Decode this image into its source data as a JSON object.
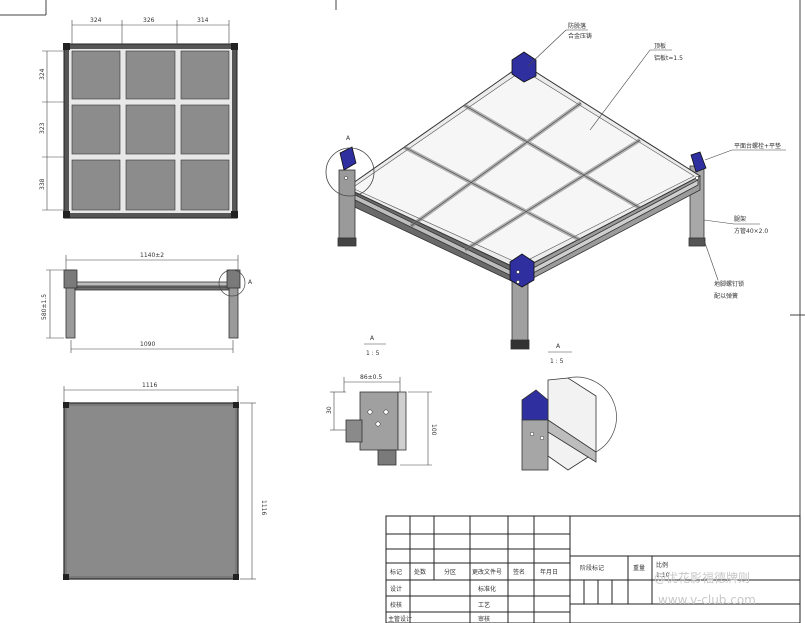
{
  "top_view": {
    "top_dims": [
      "324",
      "326",
      "314"
    ],
    "left_dims": [
      "324",
      "323",
      "338"
    ]
  },
  "front_view": {
    "top_dim": "1140±2",
    "bottom_dim": "1090",
    "left_dim": "580±1.5",
    "detail_mark": "A"
  },
  "bottom_view": {
    "top_dim": "1116",
    "right_dim": "1116"
  },
  "iso_view": {
    "detail_mark": "A",
    "notes": {
      "corner_piece": [
        "防脱落",
        "合金压铸"
      ],
      "panel": [
        "顶板",
        "铝板t=1.5"
      ],
      "side_label": "平面台螺栓+平垫",
      "leg": [
        "腿架",
        "方管40×2.0"
      ],
      "foot": [
        "地脚螺钉锁",
        "配以弹簧"
      ]
    }
  },
  "detail_view": {
    "label": "A",
    "scale": "1 : 5",
    "top_dim": "86±0.5",
    "left_dim": "30",
    "right_dim": "100"
  },
  "iso_detail": {
    "label": "A",
    "scale": "1 : 5"
  },
  "title_block": {
    "header_row": [
      "标记",
      "处数",
      "分区",
      "更改文件号",
      "签名",
      "年月日"
    ],
    "stage_row": [
      "阶段标记",
      "重量",
      "比例"
    ],
    "scale_value": "1:10",
    "rows": [
      [
        "设计",
        "标准化"
      ],
      [
        "校核",
        "工艺"
      ],
      [
        "主管设计",
        "审核"
      ]
    ]
  },
  "watermark": {
    "line1": "@优花影福德牌则",
    "line2": "www.v-club.com"
  }
}
